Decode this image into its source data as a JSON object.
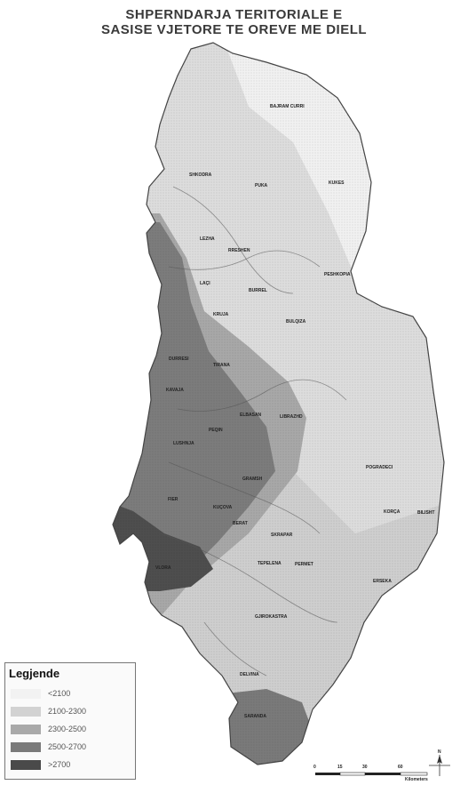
{
  "title": {
    "line1": "SHPERNDARJA TERITORIALE E",
    "line2": "SASISE VJETORE TE OREVE ME DIELL"
  },
  "legend": {
    "title": "Legjende",
    "items": [
      {
        "label": "<2100",
        "color": "#f2f2f2"
      },
      {
        "label": "2100-2300",
        "color": "#d2d2d2"
      },
      {
        "label": "2300-2500",
        "color": "#a9a9a9"
      },
      {
        "label": "2500-2700",
        "color": "#7a7a7a"
      },
      {
        "label": ">2700",
        "color": "#4a4a4a"
      }
    ]
  },
  "cities": [
    {
      "id": "bajram-curri",
      "name": "BAJRAM CURRI"
    },
    {
      "id": "shkodra",
      "name": "SHKODRA"
    },
    {
      "id": "puka",
      "name": "PUKA"
    },
    {
      "id": "kukes",
      "name": "KUKES"
    },
    {
      "id": "lezha",
      "name": "LEZHA"
    },
    {
      "id": "rreshen",
      "name": "RRESHEN"
    },
    {
      "id": "peshkopia",
      "name": "PESHKOPIA"
    },
    {
      "id": "laci",
      "name": "LAÇI"
    },
    {
      "id": "burrel",
      "name": "BURREL"
    },
    {
      "id": "kruja",
      "name": "KRUJA"
    },
    {
      "id": "bulqiza",
      "name": "BULQIZA"
    },
    {
      "id": "durresi",
      "name": "DURRESI"
    },
    {
      "id": "tirana",
      "name": "TIRANA"
    },
    {
      "id": "kavaja",
      "name": "KAVAJA"
    },
    {
      "id": "elbasan",
      "name": "ELBASAN"
    },
    {
      "id": "librazhd",
      "name": "LIBRAZHD"
    },
    {
      "id": "lushnja",
      "name": "LUSHNJA"
    },
    {
      "id": "peqin",
      "name": "PEQIN"
    },
    {
      "id": "gramsh",
      "name": "GRAMSH"
    },
    {
      "id": "pogradec",
      "name": "POGRADECI"
    },
    {
      "id": "fier",
      "name": "FIER"
    },
    {
      "id": "berat",
      "name": "BERAT"
    },
    {
      "id": "kucova",
      "name": "KUÇOVA"
    },
    {
      "id": "korca",
      "name": "KORÇA"
    },
    {
      "id": "bilisht",
      "name": "BILISHT"
    },
    {
      "id": "skrapar",
      "name": "SKRAPAR"
    },
    {
      "id": "vlora",
      "name": "VLORA"
    },
    {
      "id": "tepelena",
      "name": "TEPELENA"
    },
    {
      "id": "permet",
      "name": "PERMET"
    },
    {
      "id": "erseka",
      "name": "ERSEKA"
    },
    {
      "id": "gjirokastra",
      "name": "GJIROKASTRA"
    },
    {
      "id": "delvina",
      "name": "DELVINA"
    },
    {
      "id": "saranda",
      "name": "SARANDA"
    }
  ],
  "scale": {
    "ticks": [
      "0",
      "15",
      "30",
      "60"
    ],
    "unit": "Kilometers"
  },
  "north": "N"
}
